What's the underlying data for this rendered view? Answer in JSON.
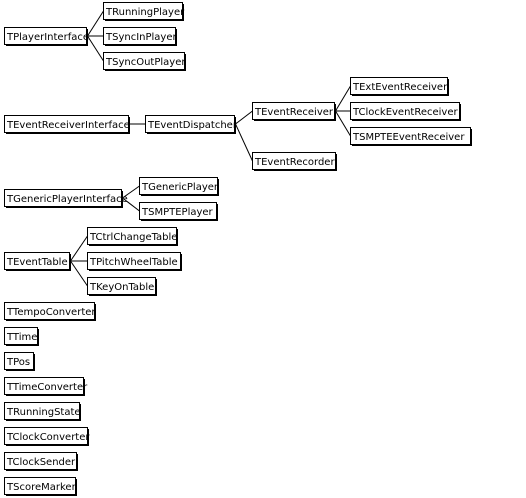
{
  "nodes": {
    "TPlayerInterface": "TPlayerInterface",
    "TRunningPlayer": "TRunningPlayer",
    "TSyncInPlayer": "TSyncInPlayer",
    "TSyncOutPlayer": "TSyncOutPlayer",
    "TEventReceiverInterface": "TEventReceiverInterface",
    "TEventDispatcher": "TEventDispatcher",
    "TEventReceiver": "TEventReceiver",
    "TExtEventReceiver": "TExtEventReceiver",
    "TClockEventReceiver": "TClockEventReceiver",
    "TSMPTEEventReceiver": "TSMPTEEventReceiver",
    "TEventRecorder": "TEventRecorder",
    "TGenericPlayerInterface": "TGenericPlayerInterface",
    "TGenericPlayer": "TGenericPlayer",
    "TSMPTEPlayer": "TSMPTEPlayer",
    "TEventTable": "TEventTable",
    "TCtrlChangeTable": "TCtrlChangeTable",
    "TPitchWheelTable": "TPitchWheelTable",
    "TKeyOnTable": "TKeyOnTable",
    "TTempoConverter": "TTempoConverter",
    "TTime": "TTime",
    "TPos": "TPos",
    "TTimeConverter": "TTimeConverter",
    "TRunningState": "TRunningState",
    "TClockConverter": "TClockConverter",
    "TClockSender": "TClockSender",
    "TScoreMarker": "TScoreMarker"
  },
  "edges": [
    [
      "TPlayerInterface",
      "TRunningPlayer"
    ],
    [
      "TPlayerInterface",
      "TSyncInPlayer"
    ],
    [
      "TPlayerInterface",
      "TSyncOutPlayer"
    ],
    [
      "TEventReceiverInterface",
      "TEventDispatcher"
    ],
    [
      "TEventDispatcher",
      "TEventReceiver"
    ],
    [
      "TEventDispatcher",
      "TEventRecorder"
    ],
    [
      "TEventReceiver",
      "TExtEventReceiver"
    ],
    [
      "TEventReceiver",
      "TClockEventReceiver"
    ],
    [
      "TEventReceiver",
      "TSMPTEEventReceiver"
    ],
    [
      "TGenericPlayerInterface",
      "TGenericPlayer"
    ],
    [
      "TGenericPlayerInterface",
      "TSMPTEPlayer"
    ],
    [
      "TEventTable",
      "TCtrlChangeTable"
    ],
    [
      "TEventTable",
      "TPitchWheelTable"
    ],
    [
      "TEventTable",
      "TKeyOnTable"
    ]
  ]
}
